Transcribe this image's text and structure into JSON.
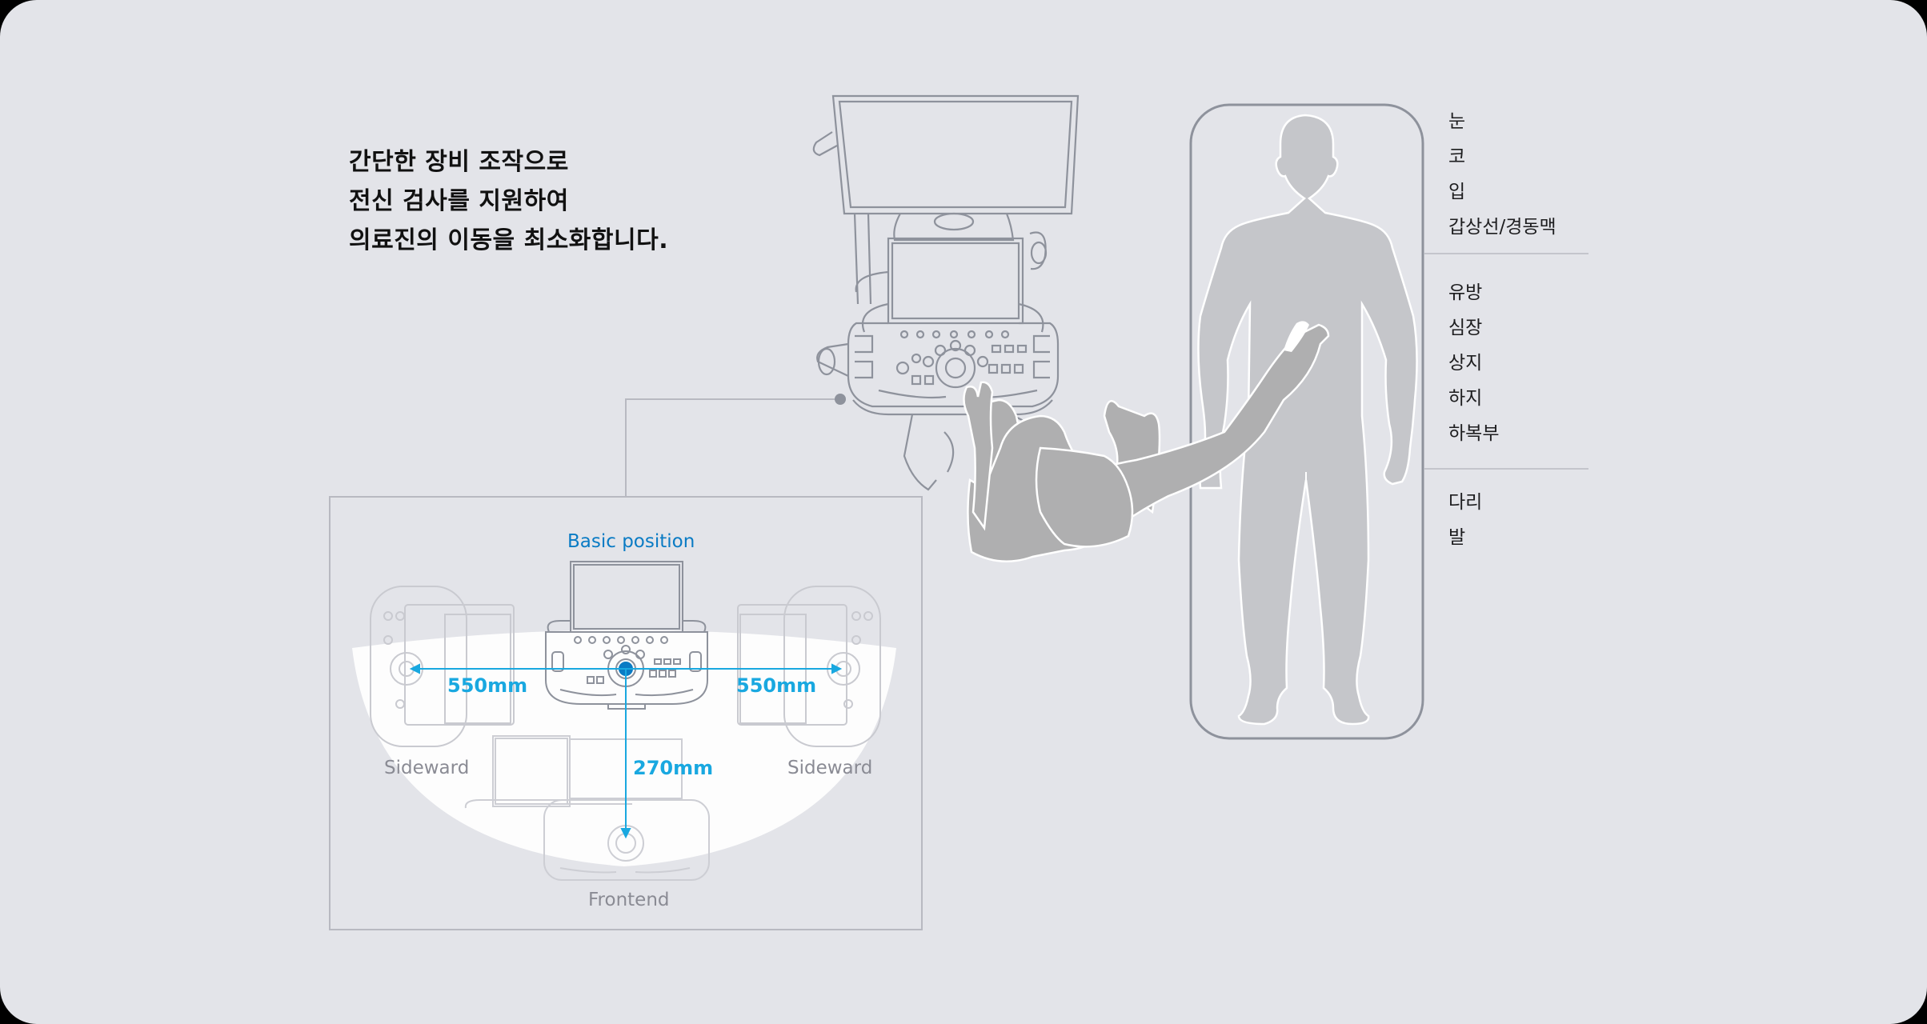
{
  "headline": {
    "lines": [
      "간단한 장비 조작으로",
      "전신 검사를 지원하여",
      "의료진의 이동을 최소화합니다."
    ]
  },
  "body_regions": {
    "groups": [
      {
        "items": [
          "눈",
          "코",
          "입",
          "갑상선/경동맥"
        ]
      },
      {
        "items": [
          "유방",
          "심장",
          "상지",
          "하지",
          "하복부"
        ]
      },
      {
        "items": [
          "다리",
          "발"
        ]
      }
    ]
  },
  "position_diagram": {
    "basic_label": "Basic position",
    "left_distance": "550mm",
    "right_distance": "550mm",
    "front_distance": "270mm",
    "left_label": "Sideward",
    "right_label": "Sideward",
    "front_label": "Frontend"
  },
  "icons": {
    "ultrasound_machine": "ultrasound-machine-icon",
    "operator": "operator-figure-icon",
    "patient": "patient-figure-icon",
    "callout_dot": "callout-dot-icon"
  },
  "colors": {
    "background": "#e3e4e9",
    "accent_blue": "#19a8e0",
    "label_blue": "#0a7bc4",
    "figure_grey": "#afafb0",
    "patient_grey": "#c5c6ca",
    "line_grey": "#8e929c"
  }
}
